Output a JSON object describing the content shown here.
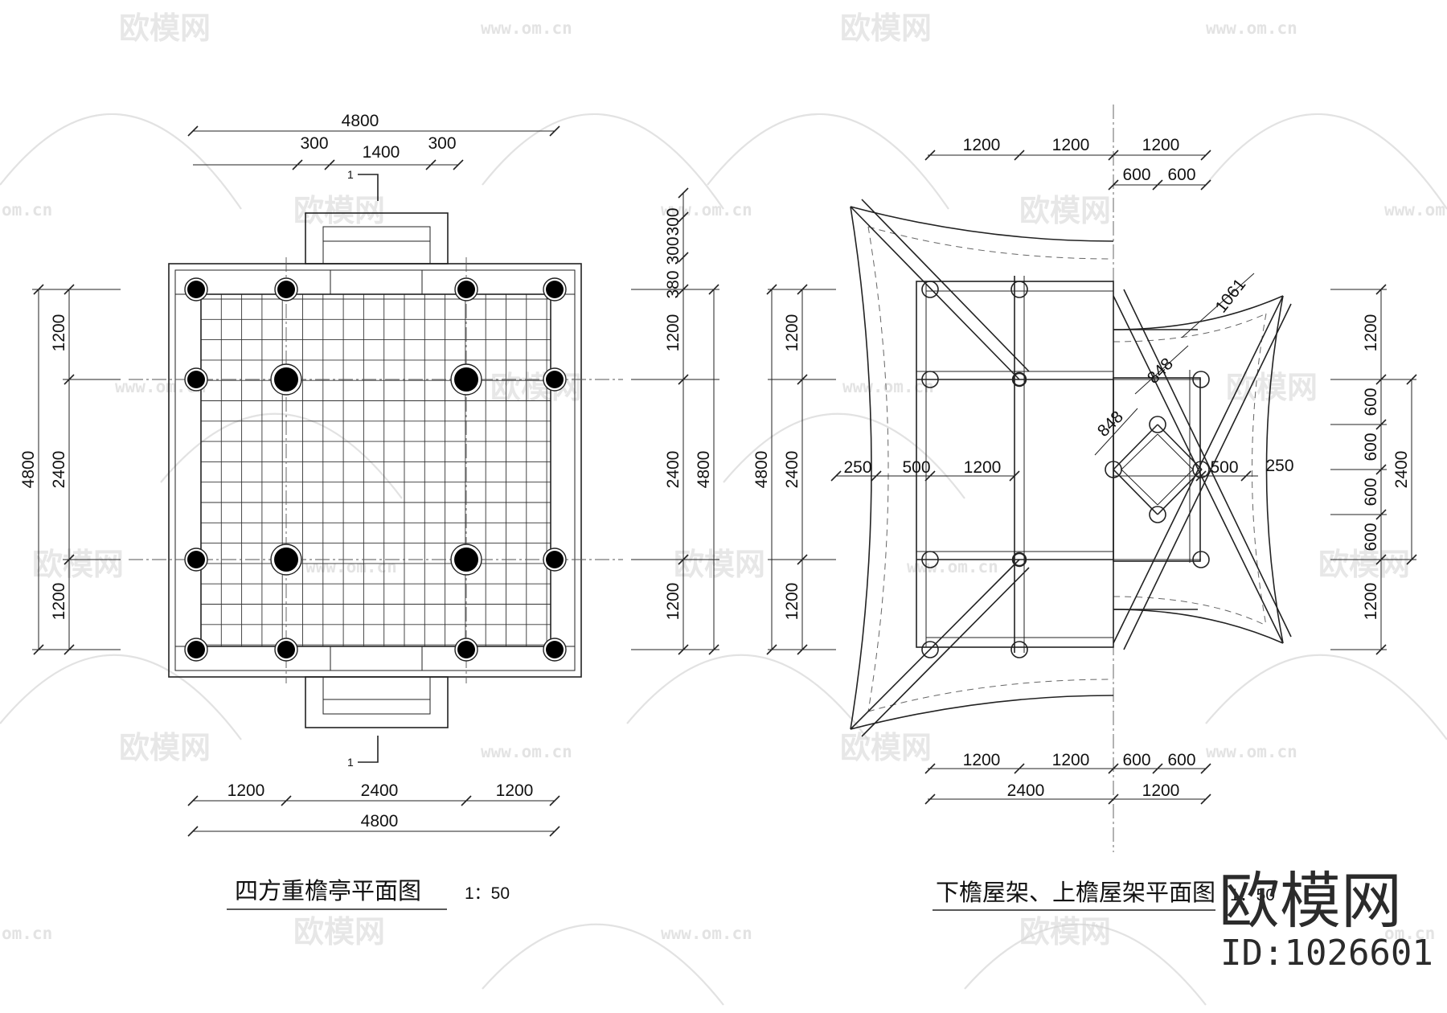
{
  "watermark": {
    "brand": "欧模网",
    "url": "www.om.cn",
    "url_short": "om.cn"
  },
  "brand_mark": {
    "name": "欧模网",
    "id": "ID:1026601"
  },
  "plan_left": {
    "title": "四方重檐亭平面图",
    "scale": "1：50",
    "section_mark": "1",
    "top_dims": {
      "overall": "4800",
      "d300a": "300",
      "d1400": "1400",
      "d300b": "300"
    },
    "bottom_dims": {
      "d1200a": "1200",
      "d2400": "2400",
      "d1200b": "1200",
      "overall": "4800"
    },
    "left_dims": {
      "overall": "4800",
      "d1200a": "1200",
      "d2400": "2400",
      "d1200b": "1200"
    },
    "right_dims": {
      "d300a": "300",
      "d300b": "300",
      "d380": "380",
      "d1200a": "1200",
      "d2400": "2400",
      "d1200b": "1200",
      "overall": "4800"
    }
  },
  "plan_right": {
    "title": "下檐屋架、上檐屋架平面图",
    "scale": "1：50",
    "top_dims": {
      "d1200a": "1200",
      "d1200b": "1200",
      "d1200c": "1200",
      "d600a": "600",
      "d600b": "600"
    },
    "bottom_dims": {
      "d1200a": "1200",
      "d1200b": "1200",
      "d600a": "600",
      "d600b": "600",
      "d2400": "2400",
      "d1200c": "1200"
    },
    "left_dims": {
      "overall": "4800",
      "d1200a": "1200",
      "d2400": "2400",
      "d1200b": "1200"
    },
    "right_dims": {
      "d1200a": "1200",
      "d600a": "600",
      "d600b": "600",
      "d600c": "600",
      "d600d": "600",
      "d1200b": "1200",
      "d2400": "2400"
    },
    "inner_dims": {
      "d250a": "250",
      "d500a": "500",
      "d1200": "1200",
      "d500b": "500",
      "d250b": "250",
      "d1061": "1061",
      "d848a": "848",
      "d848b": "848"
    }
  }
}
